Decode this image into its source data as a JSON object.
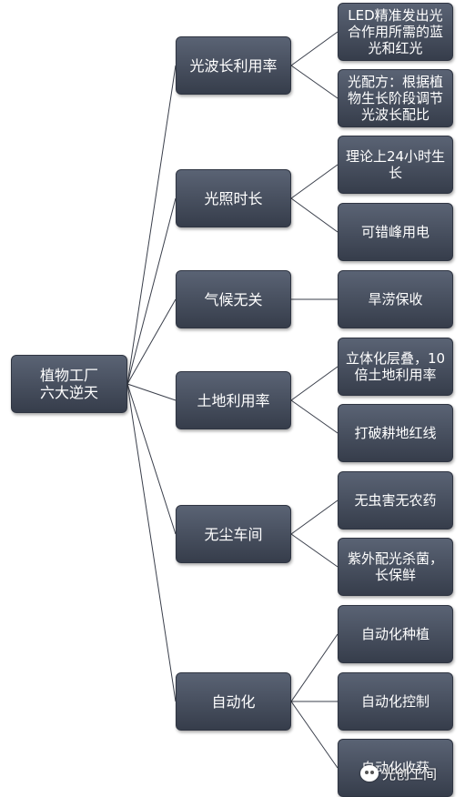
{
  "root": {
    "line1": "植物工厂",
    "line2": "六大逆天"
  },
  "branches": [
    {
      "label": "光波长利用率",
      "children": [
        "LED精准发出光合作用所需的蓝光和红光",
        "光配方：根据植物生长阶段调节光波长配比"
      ]
    },
    {
      "label": "光照时长",
      "children": [
        "理论上24小时生长",
        "可错峰用电"
      ]
    },
    {
      "label": "气候无关",
      "children": [
        "旱涝保收"
      ]
    },
    {
      "label": "土地利用率",
      "children": [
        "立体化层叠，10倍土地利用率",
        "打破耕地红线"
      ]
    },
    {
      "label": "无尘车间",
      "children": [
        "无虫害无农药",
        "紫外配光杀菌，长保鲜"
      ]
    },
    {
      "label": "自动化",
      "children": [
        "自动化种植",
        "自动化控制",
        "自动化收获"
      ]
    }
  ],
  "watermark": {
    "text": "光创工间",
    "icon": "wechat-icon"
  }
}
